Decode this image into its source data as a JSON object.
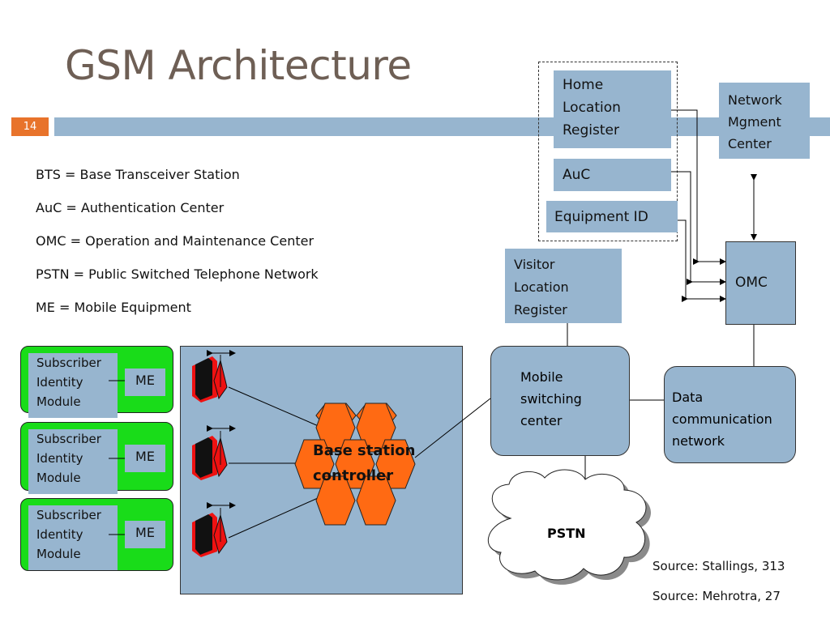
{
  "slide": {
    "title": "GSM Architecture",
    "number": "14"
  },
  "abbreviations": [
    "BTS = Base Transceiver Station",
    "AuC = Authentication Center",
    "OMC = Operation and Maintenance Center",
    "PSTN = Public Switched Telephone Network",
    "ME = Mobile Equipment"
  ],
  "boxes": {
    "hlr": [
      "Home",
      "Location",
      "Register"
    ],
    "auc": "AuC",
    "equipment_id": "Equipment ID",
    "nmc": [
      "Network",
      "Mgment",
      "Center"
    ],
    "vlr": [
      "Visitor",
      "Location",
      "Register"
    ],
    "omc": "OMC",
    "msc": [
      "Mobile",
      "switching",
      "center"
    ],
    "dcn": [
      "Data",
      "communication",
      "network"
    ],
    "bsc": [
      "Base station",
      "controller"
    ],
    "pstn": "PSTN"
  },
  "mobiles": [
    {
      "sim": [
        "Subscriber",
        "Identity",
        "Module"
      ],
      "me": "ME"
    },
    {
      "sim": [
        "Subscriber",
        "Identity",
        "Module"
      ],
      "me": "ME"
    },
    {
      "sim": [
        "Subscriber",
        "Identity",
        "Module"
      ],
      "me": "ME"
    }
  ],
  "sources": [
    "Source: Stallings, 313",
    "Source: Mehrotra, 27"
  ],
  "colors": {
    "accent": "#e8732b",
    "box": "#97b5cf",
    "green": "#19dc19",
    "hex": "#ff6a13",
    "title": "#6e5f55"
  }
}
